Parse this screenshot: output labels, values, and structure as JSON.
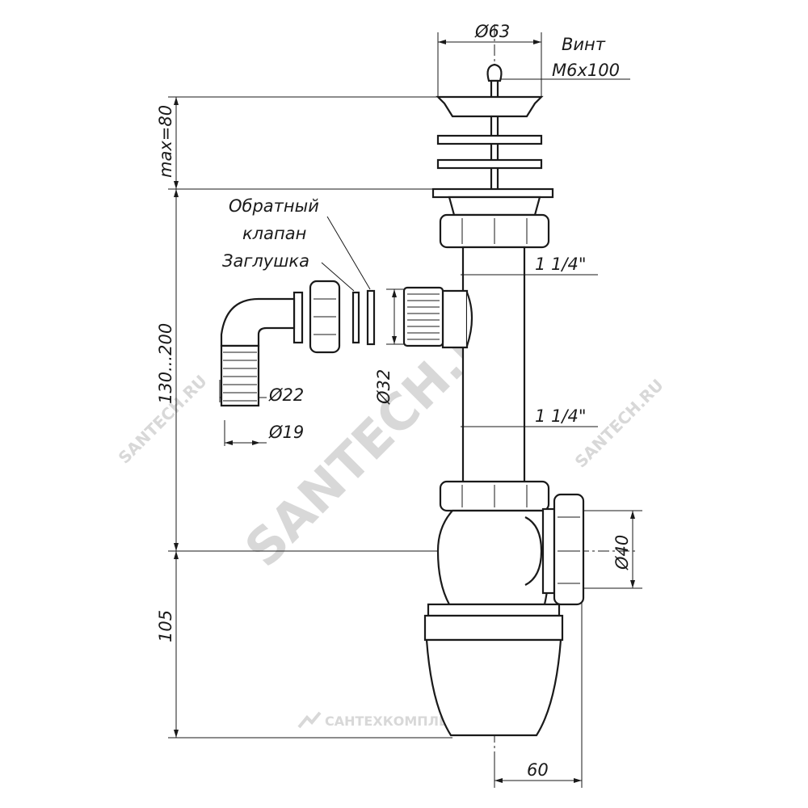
{
  "watermark": {
    "main": "SANTECH.RU",
    "side_right": "SANTECH.RU",
    "side_left": "SANTECH.RU",
    "brand": "САНТЕХКОМПЛЕКТ"
  },
  "labels": {
    "screw_title": "Винт",
    "screw_size": "M6x100",
    "top_diameter": "Ø63",
    "check_valve_line1": "Обратный",
    "check_valve_line2": "клапан",
    "plug": "Заглушка",
    "thread_upper": "1 1/4\"",
    "thread_lower": "1 1/4\"",
    "outlet_diameter": "Ø40",
    "side_inlet_diameter": "Ø32",
    "hose_outer": "Ø22",
    "hose_inner": "Ø19",
    "max_height": "max=80",
    "height_range": "130...200",
    "bottom_height": "105",
    "offset": "60"
  }
}
